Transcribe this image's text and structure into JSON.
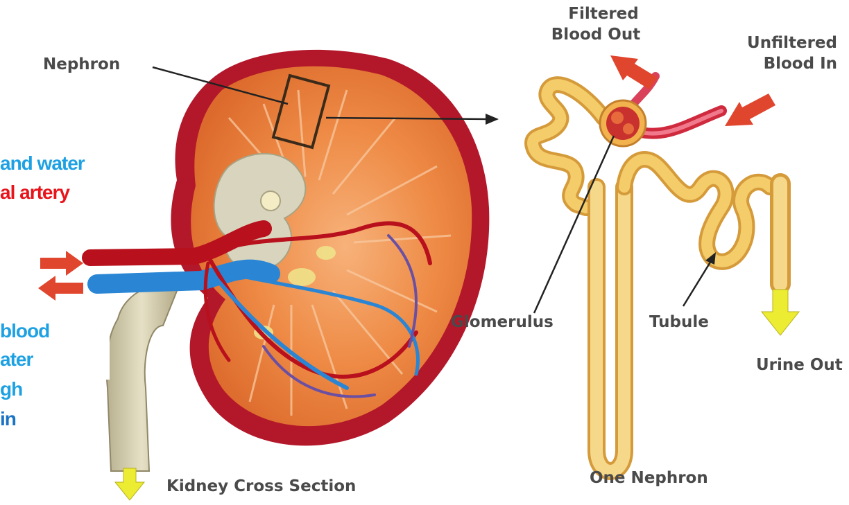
{
  "labels": {
    "nephron": "Nephron",
    "filtered_blood_out": [
      "Filtered",
      "Blood Out"
    ],
    "unfiltered_blood_in": [
      "Unfiltered",
      "Blood In"
    ],
    "glomerulus": "Glomerulus",
    "tubule": "Tubule",
    "urine_out": "Urine Out",
    "kidney_cross_section": "Kidney Cross Section",
    "one_nephron": "One Nephron"
  },
  "side_text": {
    "top": [
      {
        "text": "and water",
        "color": "blue"
      },
      {
        "text": "al",
        "color": "red",
        "suffix": "artery"
      }
    ],
    "bottom": [
      "blood",
      "ater",
      "gh",
      "in"
    ]
  },
  "colors": {
    "kidney_rim": "#b3172a",
    "kidney_cortex": "#e8823d",
    "renal_vein": "#2a86d4",
    "renal_artery": "#b8101c",
    "ureter": "#cfc8a8",
    "tubule": "#f0c560",
    "flow_arrow_red": "#e0452e",
    "urine_arrow": "#ecec33",
    "text_blue": "#1ea1e3",
    "text_red": "#e8141b"
  }
}
